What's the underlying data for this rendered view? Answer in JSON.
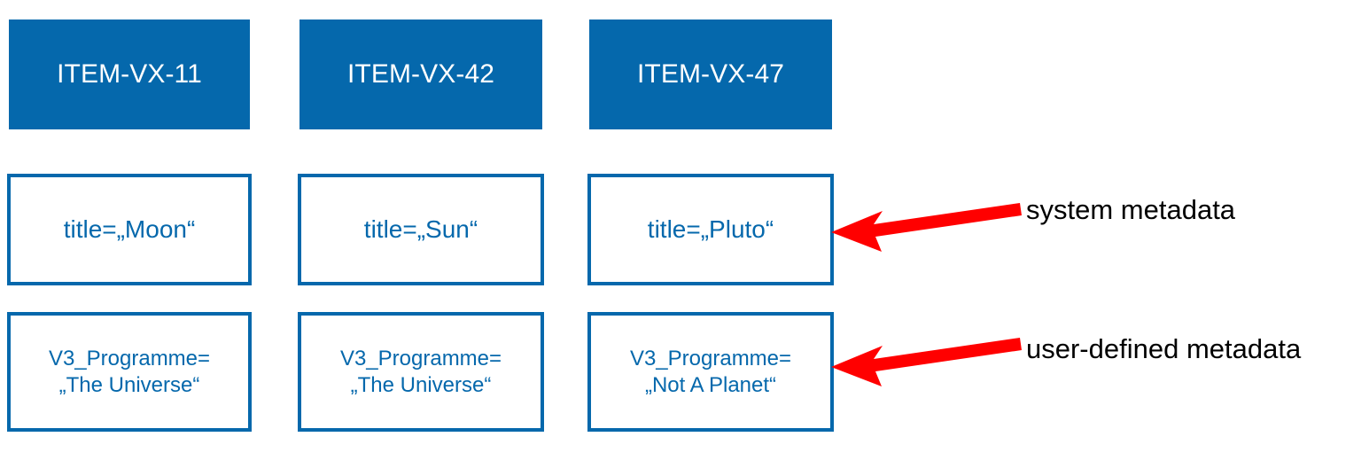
{
  "diagram": {
    "type": "metadata-annotation-diagram",
    "background_color": "#FFFFFF",
    "accent_color": "#0568AC",
    "arrow_color": "#FF0000",
    "label_color": "#000000",
    "columns": [
      {
        "id": "col-1",
        "item_id": "ITEM-VX-11",
        "system_metadata": "title=„Moon“",
        "user_metadata": "V3_Programme=\n„The Universe“"
      },
      {
        "id": "col-2",
        "item_id": "ITEM-VX-42",
        "system_metadata": "title=„Sun“",
        "user_metadata": "V3_Programme=\n„The Universe“"
      },
      {
        "id": "col-3",
        "item_id": "ITEM-VX-47",
        "system_metadata": "title=„Pluto“",
        "user_metadata": "V3_Programme=\n„Not A Planet“"
      }
    ],
    "annotations": [
      {
        "id": "ann-system",
        "label": "system metadata"
      },
      {
        "id": "ann-userdef",
        "label": "user-defined metadata"
      }
    ]
  }
}
